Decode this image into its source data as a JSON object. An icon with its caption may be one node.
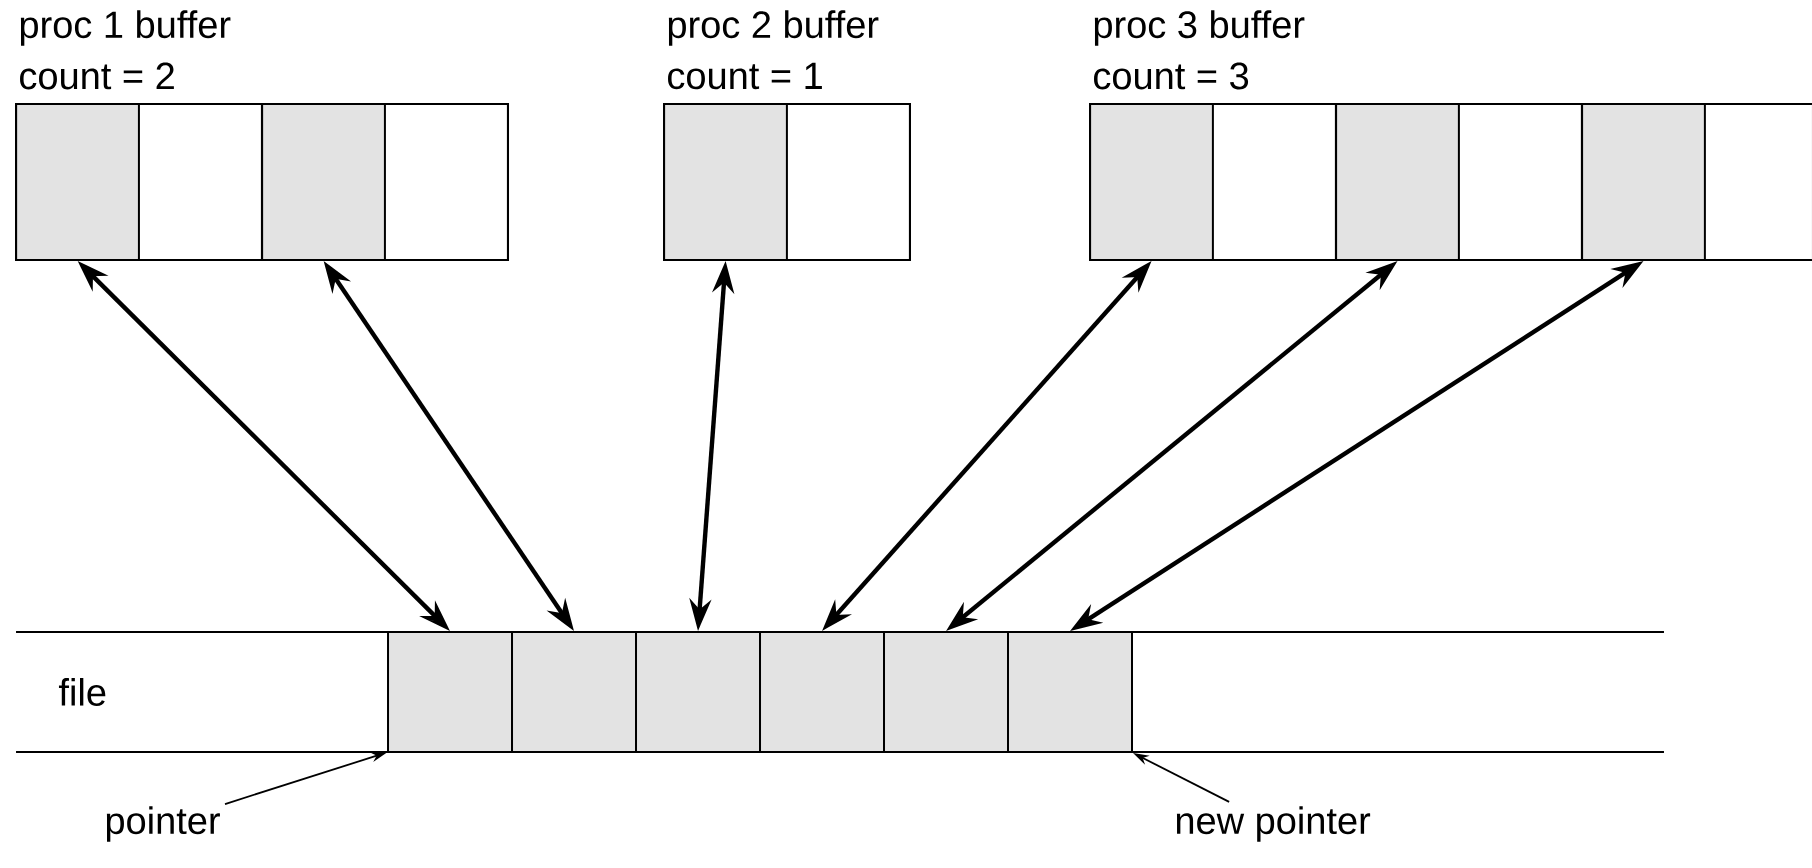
{
  "diagram": {
    "nodes": [
      {
        "text": [
          "proc 1 buffer",
          "count = 2"
        ]
      },
      {
        "text": [],
        "shape": "box",
        "in": 0
      },
      {
        "text": [],
        "shape": "box",
        "in": 0
      },
      {
        "text": [],
        "shape": "box",
        "in": 0
      },
      {
        "text": [],
        "shape": "box",
        "in": 0
      },
      {
        "text": [
          "proc 2 buffer",
          "count = 1"
        ]
      },
      {
        "text": [],
        "shape": "box",
        "in": 5
      },
      {
        "text": [],
        "shape": "box",
        "in": 5
      },
      {
        "text": [
          "proc 3 buffer",
          "count = 3"
        ]
      },
      {
        "text": [],
        "shape": "box",
        "in": 8
      },
      {
        "text": [],
        "shape": "box",
        "in": 8
      },
      {
        "text": [],
        "shape": "box",
        "in": 8
      },
      {
        "text": [],
        "shape": "box",
        "in": 8
      },
      {
        "text": [],
        "shape": "box",
        "in": 8
      },
      {
        "text": [],
        "shape": "box",
        "in": 8
      },
      {
        "text": [
          "file"
        ]
      },
      {
        "text": [],
        "shape": "box",
        "in": 15
      },
      {
        "text": [],
        "shape": "box",
        "in": 15
      },
      {
        "text": [],
        "shape": "box",
        "in": 15
      },
      {
        "text": [],
        "shape": "box",
        "in": 15
      },
      {
        "text": [],
        "shape": "box",
        "in": 15
      },
      {
        "text": [],
        "shape": "box",
        "in": 15
      },
      {
        "text": [
          "pointer"
        ]
      },
      {
        "text": [
          "new pointer"
        ]
      }
    ],
    "edges": [
      {
        "from": 1,
        "to": 16,
        "arrow": "both"
      },
      {
        "from": 3,
        "to": 17,
        "arrow": "both"
      },
      {
        "from": 6,
        "to": 18,
        "arrow": "both"
      },
      {
        "from": 9,
        "to": 19,
        "arrow": "both"
      },
      {
        "from": 11,
        "to": 20,
        "arrow": "both"
      },
      {
        "from": 13,
        "to": 21,
        "arrow": "both"
      },
      {
        "from": 22,
        "to": 15,
        "arrow": "to"
      },
      {
        "from": 23,
        "to": 21,
        "arrow": "to"
      }
    ]
  }
}
